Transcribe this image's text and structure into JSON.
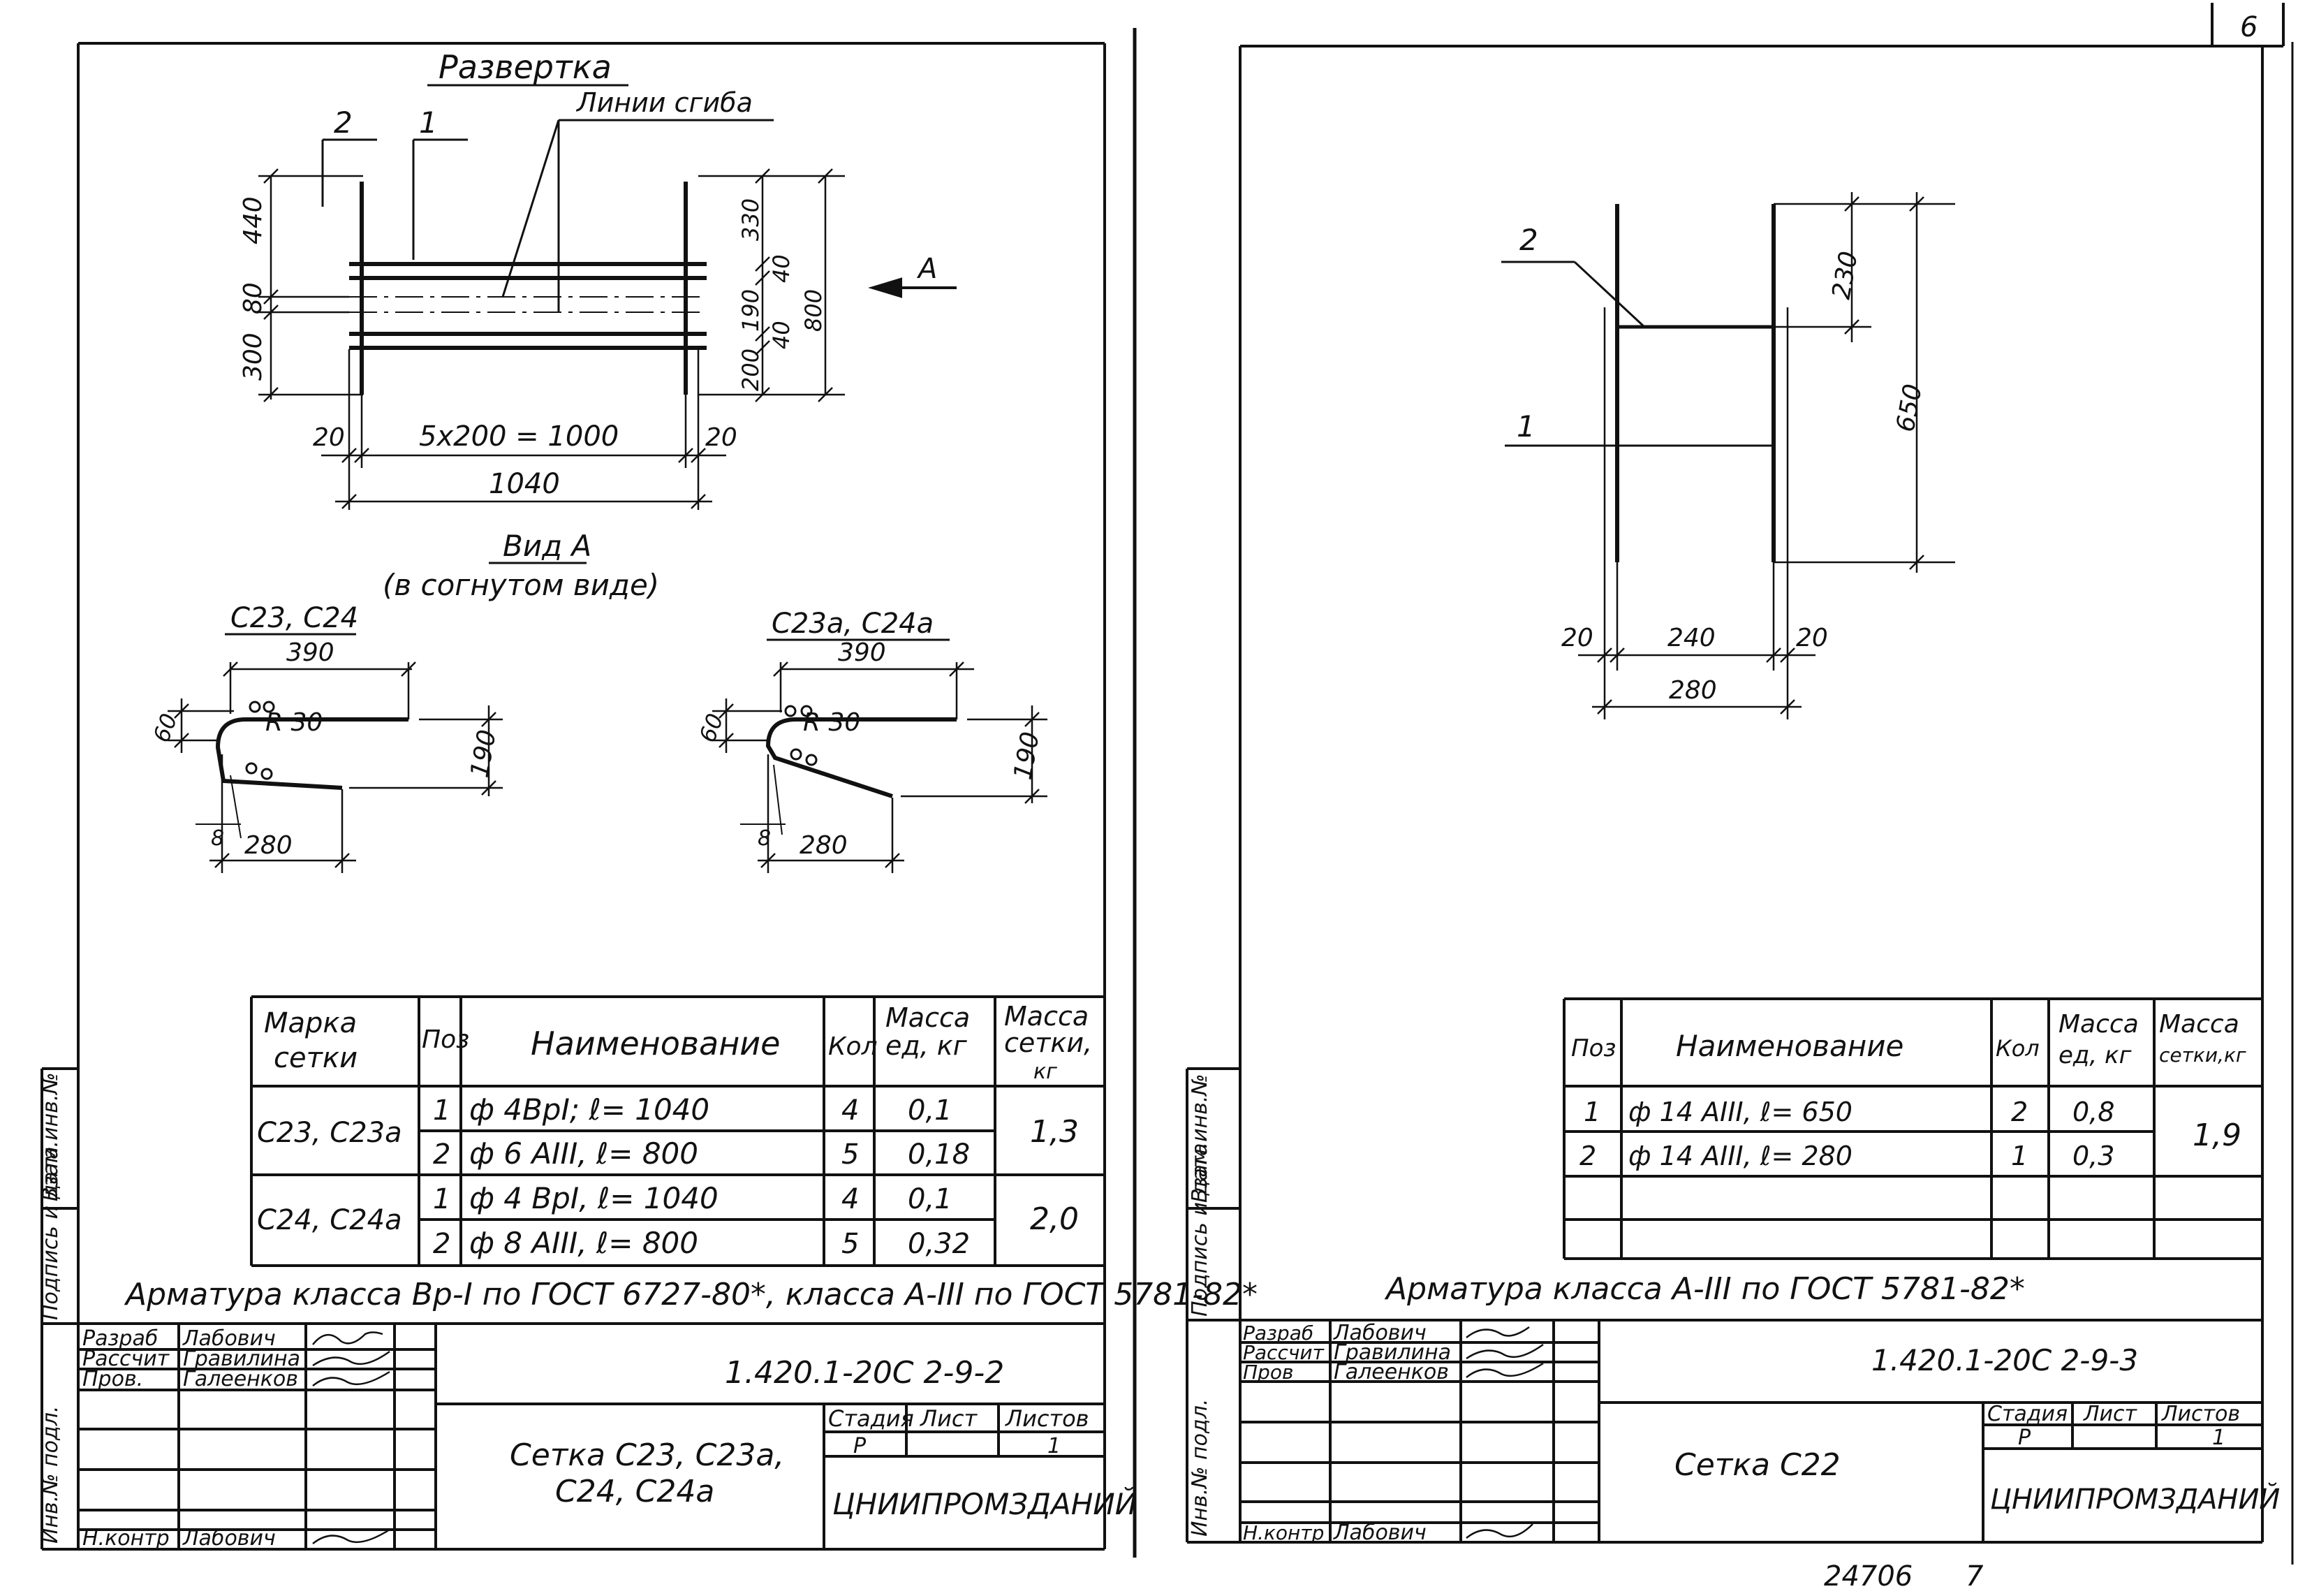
{
  "page_number": "6",
  "bottom_code": "24706",
  "bottom_page": "7",
  "left_sheet": {
    "unfold_title": "Развертка",
    "bend_lines_label": "Линии сгиба",
    "pos2": "2",
    "pos1": "1",
    "dim_440": "440",
    "dim_80": "80",
    "dim_300": "300",
    "dim_330": "330",
    "dim_40a": "40",
    "dim_190": "190",
    "dim_40b": "40",
    "dim_800": "800",
    "dim_200": "200",
    "arrow_a": "А",
    "dim_20l": "20",
    "dim_5x200": "5х200 = 1000",
    "dim_20r": "20",
    "dim_1040": "1040",
    "view_title": "Вид А",
    "view_sub": "(в согнутом виде)",
    "sec1_title": "С23, С24",
    "sec1_390": "390",
    "sec1_60": "60",
    "sec1_r30": "R 30",
    "sec1_190": "190",
    "sec1_280": "280",
    "sec1_8": "8",
    "sec2_title": "С23а, С24а",
    "sec2_390": "390",
    "sec2_60": "60",
    "sec2_r30": "R 30",
    "sec2_190": "190",
    "sec2_280": "280",
    "sec2_8": "8",
    "table": {
      "h_mark": "Марка сетки",
      "h_pos": "Поз",
      "h_name": "Наименование",
      "h_qty": "Кол",
      "h_unit": "Масса ед, кг",
      "h_total": "Масса сетки, кг",
      "rows": [
        {
          "mark": "С23, С23а",
          "pos": "1",
          "name": "ф 4ВрI;  ℓ= 1040",
          "qty": "4",
          "unit": "0,1",
          "total": "1,3"
        },
        {
          "mark": "",
          "pos": "2",
          "name": "ф 6 АIII,  ℓ= 800",
          "qty": "5",
          "unit": "0,18",
          "total": ""
        },
        {
          "mark": "С24, С24а",
          "pos": "1",
          "name": "ф 4 ВрI,  ℓ= 1040",
          "qty": "4",
          "unit": "0,1",
          "total": "2,0"
        },
        {
          "mark": "",
          "pos": "2",
          "name": "ф 8 АIII,  ℓ= 800",
          "qty": "5",
          "unit": "0,32",
          "total": ""
        }
      ]
    },
    "note": "Арматура класса Вр-I по ГОСТ 6727-80*, класса А-III по ГОСТ 5781-82*",
    "stamp": {
      "r1_role": "Разраб",
      "r1_name": "Лабович",
      "r2_role": "Рассчит",
      "r2_name": "Гравилина",
      "r3_role": "Пров.",
      "r3_name": "Галеенков",
      "r4_role": "Н.контр",
      "r4_name": "Лабович",
      "code": "1.420.1-20С 2-9-2",
      "title_l1": "Сетка С23, С23а,",
      "title_l2": "С24, С24а",
      "h_stage": "Стадия",
      "h_sheet": "Лист",
      "h_sheets": "Листов",
      "stage": "Р",
      "sheet": "",
      "sheets": "1",
      "org": "ЦНИИПРОМЗДАНИЙ"
    },
    "side": [
      "Инв.№ подл.",
      "Подпись и дата",
      "Взам.инв.№"
    ]
  },
  "right_sheet": {
    "pos2": "2",
    "pos1": "1",
    "dim_230": "230",
    "dim_650": "650",
    "dim_20l": "20",
    "dim_240": "240",
    "dim_20r": "20",
    "dim_280": "280",
    "table": {
      "h_pos": "Поз",
      "h_name": "Наименование",
      "h_qty": "Кол",
      "h_unit": "Масса ед, кг",
      "h_total": "Масса сетки,кг",
      "rows": [
        {
          "pos": "1",
          "name": "ф 14 АIII,  ℓ= 650",
          "qty": "2",
          "unit": "0,8",
          "total": "1,9"
        },
        {
          "pos": "2",
          "name": "ф 14 АIII,  ℓ= 280",
          "qty": "1",
          "unit": "0,3",
          "total": ""
        }
      ]
    },
    "note": "Арматура   класса   А-III  по  ГОСТ 5781-82*",
    "stamp": {
      "r1_role": "Разраб",
      "r1_name": "Лабович",
      "r2_role": "Рассчит",
      "r2_name": "Гравилина",
      "r3_role": "Пров",
      "r3_name": "Галеенков",
      "r4_role": "Н.контр",
      "r4_name": "Лабович",
      "code": "1.420.1-20С 2-9-3",
      "title": "Сетка   С22",
      "h_stage": "Стадия",
      "h_sheet": "Лист",
      "h_sheets": "Листов",
      "stage": "Р",
      "sheet": "",
      "sheets": "1",
      "org": "ЦНИИПРОМЗДАНИЙ"
    },
    "side": [
      "Инв.№ подл.",
      "Подпись и дата",
      "Взам.инв.№"
    ]
  }
}
